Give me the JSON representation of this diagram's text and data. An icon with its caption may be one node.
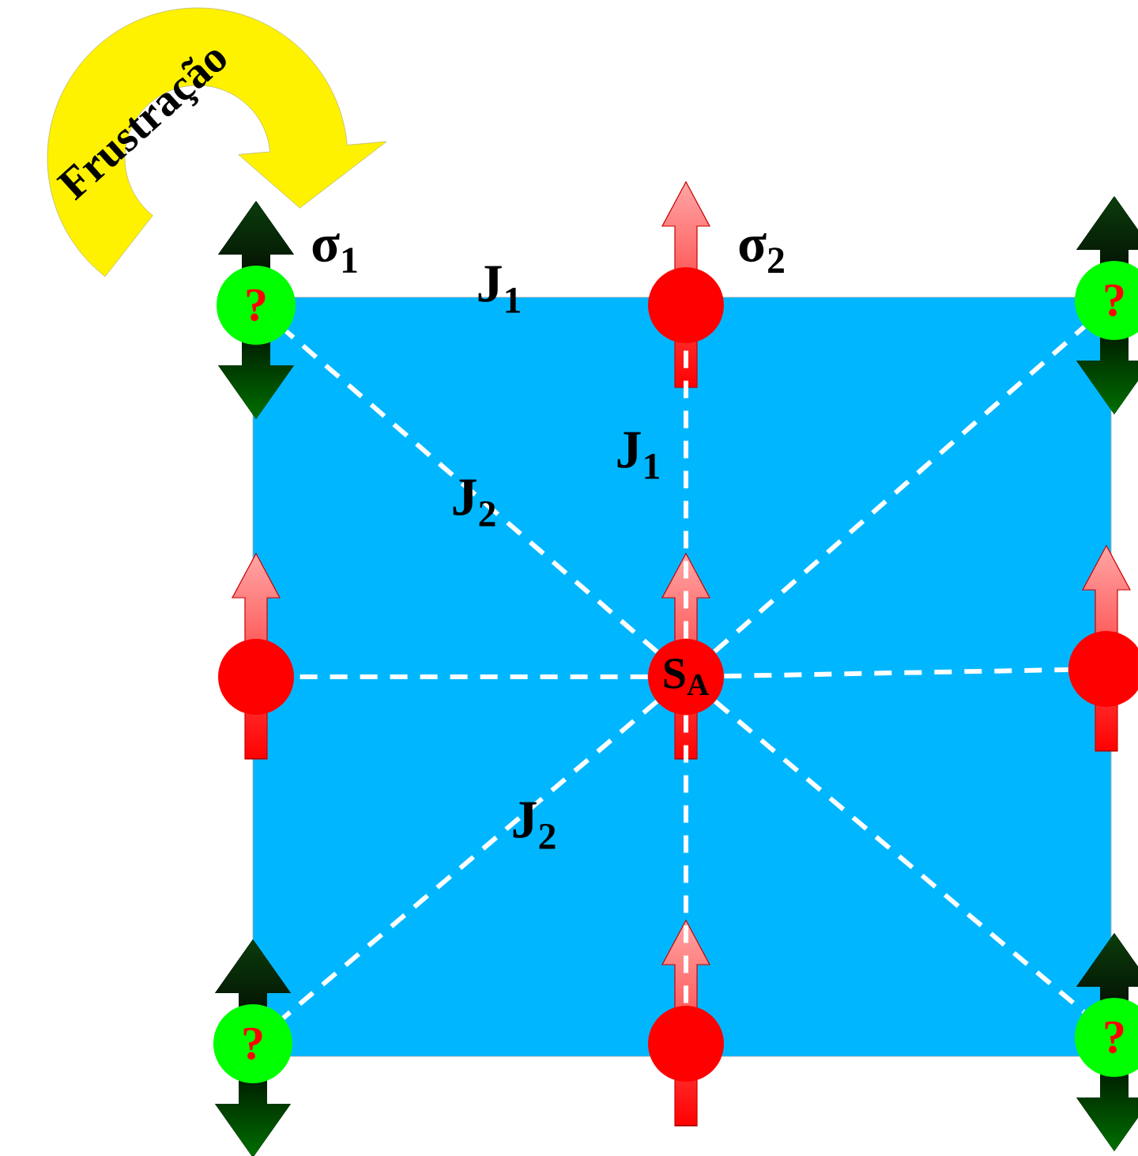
{
  "diagram": {
    "nodes": [
      {
        "text": [
          "?"
        ]
      },
      {
        "text": [],
        "shape": "circle"
      },
      {
        "text": [
          "?"
        ]
      },
      {
        "text": [],
        "shape": "circle"
      },
      {
        "text": [
          "S$_{A}$"
        ]
      },
      {
        "text": [],
        "shape": "circle"
      },
      {
        "text": [
          "?"
        ]
      },
      {
        "text": [],
        "shape": "circle"
      },
      {
        "text": [
          "?"
        ]
      }
    ],
    "edges": [
      {
        "from": 4,
        "to": 0,
        "arrow": "none",
        "style": "dashed"
      },
      {
        "from": 4,
        "to": 1,
        "arrow": "none",
        "style": "dashed"
      },
      {
        "from": 4,
        "to": 2,
        "arrow": "none",
        "style": "dashed"
      },
      {
        "from": 4,
        "to": 3,
        "arrow": "none",
        "style": "dashed"
      },
      {
        "from": 4,
        "to": 5,
        "arrow": "none",
        "style": "dashed"
      },
      {
        "from": 4,
        "to": 6,
        "arrow": "none",
        "style": "dashed"
      },
      {
        "from": 4,
        "to": 7,
        "arrow": "none",
        "style": "dashed"
      },
      {
        "from": 4,
        "to": 8,
        "arrow": "none",
        "style": "dashed"
      }
    ],
    "labels": [
      "Frustração",
      "σ$_{1}$",
      "J$_{1}$",
      "σ$_{2}$",
      "J$_{1}$",
      "J$_{2}$",
      "J$_{2}$"
    ]
  }
}
